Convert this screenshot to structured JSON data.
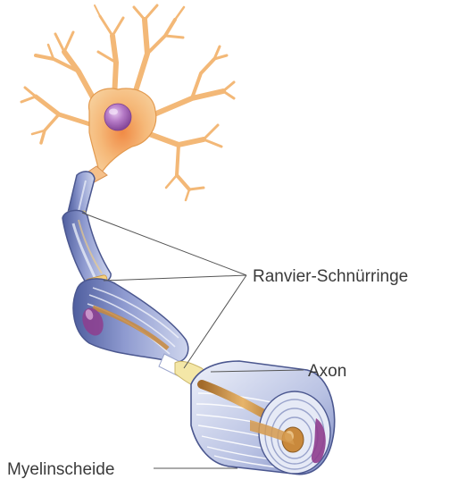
{
  "labels": {
    "nodes_of_ranvier": "Ranvier-Schnürringe",
    "axon": "Axon",
    "myelin_sheath": "Myelinscheide"
  },
  "colors": {
    "soma": "#f3b877",
    "soma_outline": "#e39a4f",
    "nucleus": "#a25fb4",
    "myelin_dark": "#5e6cab",
    "myelin_light": "#dfe4f3",
    "axon_core": "#c9893c",
    "node_gap": "#f4e7a7",
    "schwann_nucleus": "#8e3d8e",
    "leader_line": "#555555",
    "text": "#3a3a3a"
  }
}
